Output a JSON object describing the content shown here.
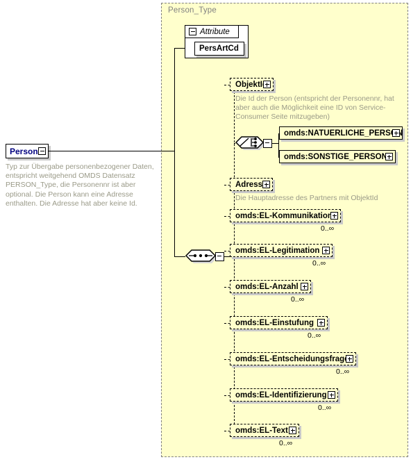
{
  "diagram": {
    "kind": "xsd-schema-diagram",
    "colors": {
      "type_background": "#ffffcc",
      "type_border": "#808080",
      "root_label": "#000080",
      "annotation_text": "#9a9a88",
      "line": "#000000",
      "shadow": "#c9c9c9"
    }
  },
  "root": {
    "name": "Person",
    "toggle": "minus",
    "toggle_icon": "collapse-icon",
    "annotation": "Typ zur Übergabe personenbezogener Daten, entspricht weitgehend OMDS Datensatz PERSON_Type, die Personennr ist aber optional. Die Person kann eine Adresse enthalten. Die Adresse hat aber keine Id."
  },
  "type": {
    "title": "Person_Type"
  },
  "attributes": {
    "header": "Attribute",
    "toggle": "minus",
    "toggle_icon": "collapse-icon",
    "items": [
      {
        "name": "PersArtCd"
      }
    ]
  },
  "compositors": {
    "choice": {
      "icon": "choice-compositor-icon",
      "toggle": "minus",
      "toggle_icon": "collapse-icon"
    },
    "sequence": {
      "icon": "sequence-compositor-icon",
      "toggle": "minus",
      "toggle_icon": "collapse-icon"
    }
  },
  "nodes": [
    {
      "id": "objektid",
      "name": "ObjektId",
      "occurrence": "optional",
      "repeating": false,
      "cardinality": "",
      "toggle": "plus",
      "toggle_icon": "expand-icon",
      "annotation": "Die Id der Person (entspricht der Personennr, hat aber auch die Möglichkeit eine ID von Service-Consumer Seite mitzugeben)"
    },
    {
      "id": "natuerliche-person",
      "name": "omds:NATUERLICHE_PERSON",
      "occurrence": "required",
      "repeating": false,
      "cardinality": "",
      "toggle": "plus",
      "toggle_icon": "expand-icon",
      "annotation": ""
    },
    {
      "id": "sonstige-person",
      "name": "omds:SONSTIGE_PERSON",
      "occurrence": "required",
      "repeating": false,
      "cardinality": "",
      "toggle": "plus",
      "toggle_icon": "expand-icon",
      "annotation": ""
    },
    {
      "id": "adresse",
      "name": "Adresse",
      "occurrence": "optional",
      "repeating": false,
      "cardinality": "",
      "toggle": "plus",
      "toggle_icon": "expand-icon",
      "annotation": "Die Hauptadresse des Partners mit ObjektId"
    },
    {
      "id": "el-kommunikation",
      "name": "omds:EL-Kommunikation",
      "occurrence": "optional",
      "repeating": true,
      "cardinality": "0..∞",
      "toggle": "plus",
      "toggle_icon": "expand-icon",
      "annotation": ""
    },
    {
      "id": "el-legitimation",
      "name": "omds:EL-Legitimation",
      "occurrence": "optional",
      "repeating": true,
      "cardinality": "0..∞",
      "toggle": "plus",
      "toggle_icon": "expand-icon",
      "annotation": ""
    },
    {
      "id": "el-anzahl",
      "name": "omds:EL-Anzahl",
      "occurrence": "optional",
      "repeating": true,
      "cardinality": "0..∞",
      "toggle": "plus",
      "toggle_icon": "expand-icon",
      "annotation": ""
    },
    {
      "id": "el-einstufung",
      "name": "omds:EL-Einstufung",
      "occurrence": "optional",
      "repeating": true,
      "cardinality": "0..∞",
      "toggle": "plus",
      "toggle_icon": "expand-icon",
      "annotation": ""
    },
    {
      "id": "el-entscheidungsfrage",
      "name": "omds:EL-Entscheidungsfrage",
      "occurrence": "optional",
      "repeating": true,
      "cardinality": "0..∞",
      "toggle": "plus",
      "toggle_icon": "expand-icon",
      "annotation": ""
    },
    {
      "id": "el-identifizierung",
      "name": "omds:EL-Identifizierung",
      "occurrence": "optional",
      "repeating": true,
      "cardinality": "0..∞",
      "toggle": "plus",
      "toggle_icon": "expand-icon",
      "annotation": ""
    },
    {
      "id": "el-text",
      "name": "omds:EL-Text",
      "occurrence": "optional",
      "repeating": true,
      "cardinality": "0..∞",
      "toggle": "plus",
      "toggle_icon": "expand-icon",
      "annotation": ""
    }
  ]
}
